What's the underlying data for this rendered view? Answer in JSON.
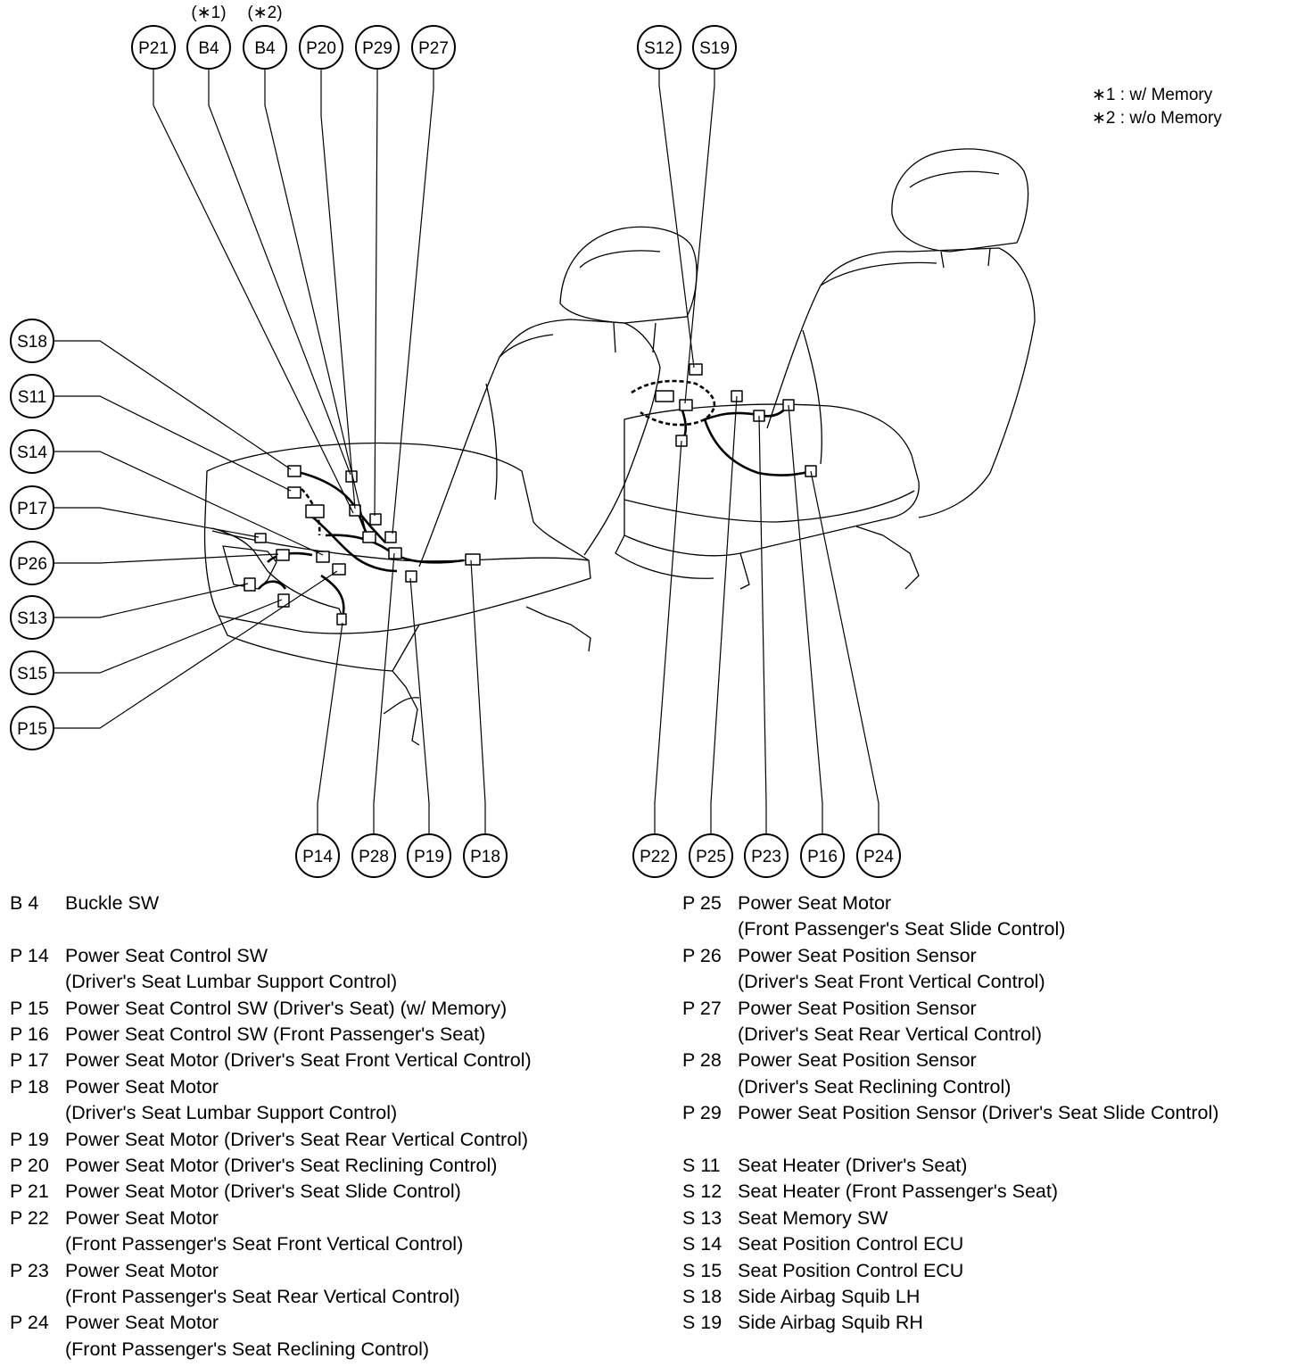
{
  "notes": [
    {
      "id": "n1",
      "text": "∗1 : w/ Memory"
    },
    {
      "id": "n2",
      "text": "∗2 : w/o Memory"
    }
  ],
  "callouts": [
    {
      "id": "c-p21",
      "label": "P21"
    },
    {
      "id": "c-b4a",
      "label": "B4",
      "qualifier": "(∗1)"
    },
    {
      "id": "c-b4b",
      "label": "B4",
      "qualifier": "(∗2)"
    },
    {
      "id": "c-p20",
      "label": "P20"
    },
    {
      "id": "c-p29",
      "label": "P29"
    },
    {
      "id": "c-p27",
      "label": "P27"
    },
    {
      "id": "c-s12",
      "label": "S12"
    },
    {
      "id": "c-s19",
      "label": "S19"
    },
    {
      "id": "c-s18",
      "label": "S18"
    },
    {
      "id": "c-s11",
      "label": "S11"
    },
    {
      "id": "c-s14",
      "label": "S14"
    },
    {
      "id": "c-p17",
      "label": "P17"
    },
    {
      "id": "c-p26",
      "label": "P26"
    },
    {
      "id": "c-s13",
      "label": "S13"
    },
    {
      "id": "c-s15",
      "label": "S15"
    },
    {
      "id": "c-p15",
      "label": "P15"
    },
    {
      "id": "c-p14",
      "label": "P14"
    },
    {
      "id": "c-p28",
      "label": "P28"
    },
    {
      "id": "c-p19",
      "label": "P19"
    },
    {
      "id": "c-p18",
      "label": "P18"
    },
    {
      "id": "c-p22",
      "label": "P22"
    },
    {
      "id": "c-p25",
      "label": "P25"
    },
    {
      "id": "c-p23",
      "label": "P23"
    },
    {
      "id": "c-p16",
      "label": "P16"
    },
    {
      "id": "c-p24",
      "label": "P24"
    }
  ],
  "legend_left": [
    {
      "code": "B 4",
      "desc": [
        "Buckle SW"
      ]
    },
    {
      "gap": true
    },
    {
      "code": "P 14",
      "desc": [
        "Power Seat Control SW",
        "(Driver's Seat Lumbar Support Control)"
      ]
    },
    {
      "code": "P 15",
      "desc": [
        "Power Seat Control SW (Driver's Seat) (w/ Memory)"
      ]
    },
    {
      "code": "P 16",
      "desc": [
        "Power Seat Control SW (Front Passenger's Seat)"
      ]
    },
    {
      "code": "P 17",
      "desc": [
        "Power Seat Motor (Driver's Seat Front Vertical Control)"
      ]
    },
    {
      "code": "P 18",
      "desc": [
        "Power Seat Motor",
        "(Driver's Seat Lumbar Support Control)"
      ]
    },
    {
      "code": "P 19",
      "desc": [
        "Power Seat Motor (Driver's Seat Rear Vertical Control)"
      ]
    },
    {
      "code": "P 20",
      "desc": [
        "Power Seat Motor (Driver's Seat Reclining Control)"
      ]
    },
    {
      "code": "P 21",
      "desc": [
        "Power Seat Motor (Driver's Seat Slide Control)"
      ]
    },
    {
      "code": "P 22",
      "desc": [
        "Power Seat Motor",
        "(Front Passenger's Seat Front Vertical Control)"
      ]
    },
    {
      "code": "P 23",
      "desc": [
        "Power Seat Motor",
        "(Front Passenger's Seat Rear Vertical Control)"
      ]
    },
    {
      "code": "P 24",
      "desc": [
        "Power Seat Motor",
        "(Front Passenger's Seat Reclining Control)"
      ]
    }
  ],
  "legend_right": [
    {
      "code": "P 25",
      "desc": [
        "Power Seat Motor",
        "(Front Passenger's Seat Slide Control)"
      ]
    },
    {
      "code": "P 26",
      "desc": [
        "Power Seat Position Sensor",
        "(Driver's Seat Front Vertical Control)"
      ]
    },
    {
      "code": "P 27",
      "desc": [
        "Power Seat Position Sensor",
        "(Driver's Seat Rear Vertical Control)"
      ]
    },
    {
      "code": "P 28",
      "desc": [
        "Power Seat Position Sensor",
        "(Driver's Seat Reclining Control)"
      ]
    },
    {
      "code": "P 29",
      "desc": [
        "Power Seat Position Sensor (Driver's Seat Slide Control)"
      ]
    },
    {
      "gap": true
    },
    {
      "code": "S 11",
      "desc": [
        "Seat Heater (Driver's Seat)"
      ]
    },
    {
      "code": "S 12",
      "desc": [
        "Seat Heater (Front Passenger's Seat)"
      ]
    },
    {
      "code": "S 13",
      "desc": [
        "Seat Memory SW"
      ]
    },
    {
      "code": "S 14",
      "desc": [
        "Seat Position Control ECU"
      ]
    },
    {
      "code": "S 15",
      "desc": [
        "Seat Position Control ECU"
      ]
    },
    {
      "code": "S 18",
      "desc": [
        "Side Airbag Squib LH"
      ]
    },
    {
      "code": "S 19",
      "desc": [
        "Side Airbag Squib RH"
      ]
    }
  ]
}
